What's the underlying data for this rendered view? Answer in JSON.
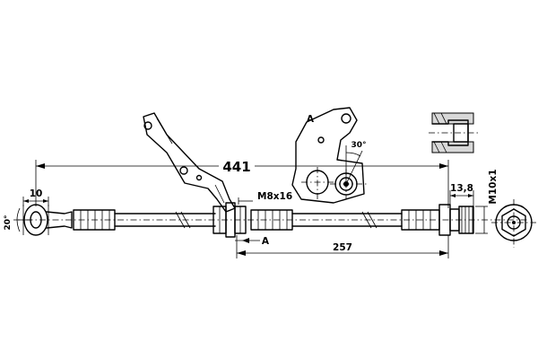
{
  "dimensions": {
    "total_length": "441",
    "partial_length": "257",
    "banjo_width": "10",
    "banjo_angle": "20°",
    "thread": "M8x16",
    "bracket_angle": "30°",
    "fitting_length": "13,8",
    "fitting_thread": "M10x1"
  },
  "labels": {
    "section_a_top": "A",
    "section_a_bottom": "A"
  }
}
